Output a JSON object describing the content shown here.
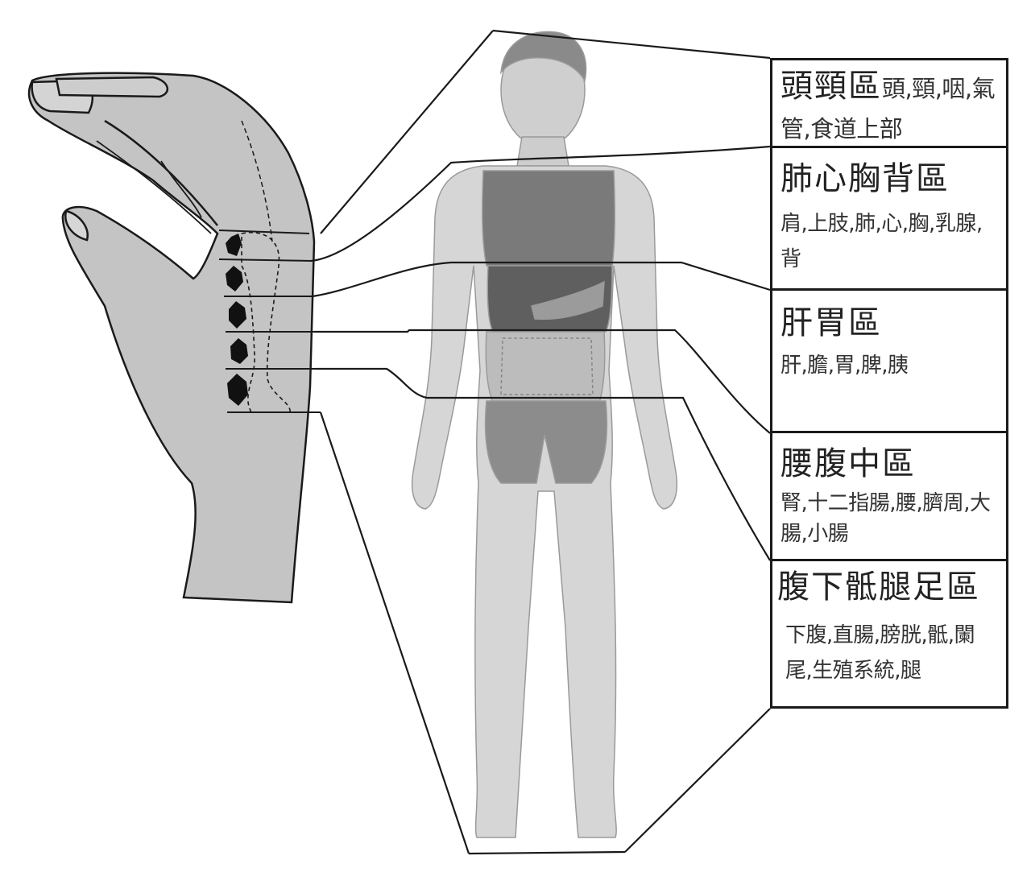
{
  "colors": {
    "hand_fill": "#c4c4c4",
    "body_fill": "#d0d0d0",
    "organ_fill": "#6e6e6e",
    "line": "#1a1a1a",
    "box_border": "#1a1a1a"
  },
  "zones": [
    {
      "title": "頭頸區",
      "organs": "頭,頸,咽,氣管,食道上部"
    },
    {
      "title": "肺心胸背區",
      "organs": "肩,上肢,肺,心,胸,乳腺,背"
    },
    {
      "title": "肝胃區",
      "organs": "肝,膽,胃,脾,胰"
    },
    {
      "title": "腰腹中區",
      "organs": "腎,十二指腸,腰,臍周,大腸,小腸"
    },
    {
      "title": "腹下骶腿足區",
      "organs": "下腹,直腸,膀胱,骶,闌尾,生殖系統,腿"
    }
  ],
  "icons": {
    "hand": "hand-illustration",
    "body": "human-body-illustration"
  }
}
